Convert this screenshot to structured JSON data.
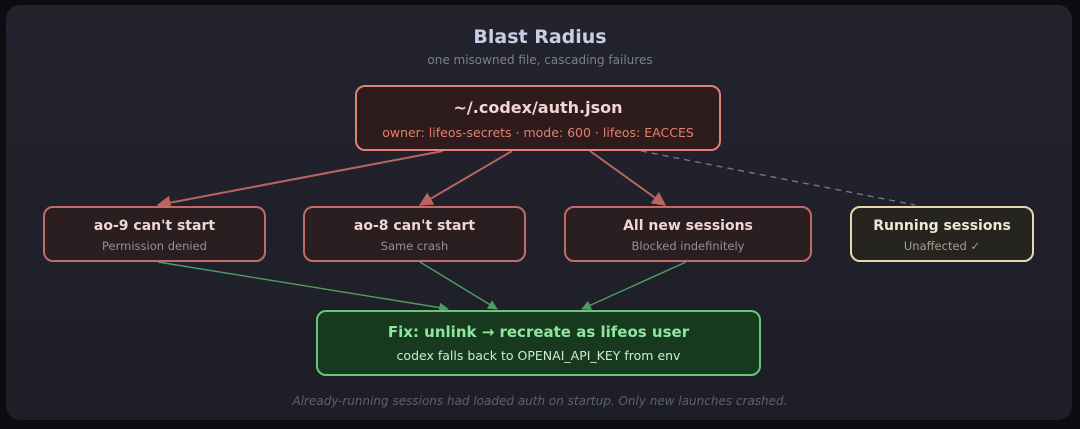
{
  "diagram": {
    "title": "Blast Radius",
    "subtitle": "one misowned file, cascading failures",
    "root": {
      "title": "~/.codex/auth.json",
      "detail": "owner: lifeos-secrets · mode: 600 · lifeos: EACCES"
    },
    "impacts": [
      {
        "title": "ao-9 can't start",
        "detail": "Permission denied",
        "status": "failed"
      },
      {
        "title": "ao-8 can't start",
        "detail": "Same crash",
        "status": "failed"
      },
      {
        "title": "All new sessions",
        "detail": "Blocked indefinitely",
        "status": "failed"
      },
      {
        "title": "Running sessions",
        "detail": "Unaffected ✓",
        "status": "unaffected"
      }
    ],
    "fix": {
      "title": "Fix: unlink → recreate as lifeos user",
      "detail": "codex falls back to OPENAI_API_KEY from env"
    },
    "footnote": "Already-running sessions had loaded auth on startup. Only new launches crashed."
  },
  "colors": {
    "failure": "#e47e78",
    "unaffected": "#e6d9b0",
    "fix": "#66c777"
  }
}
